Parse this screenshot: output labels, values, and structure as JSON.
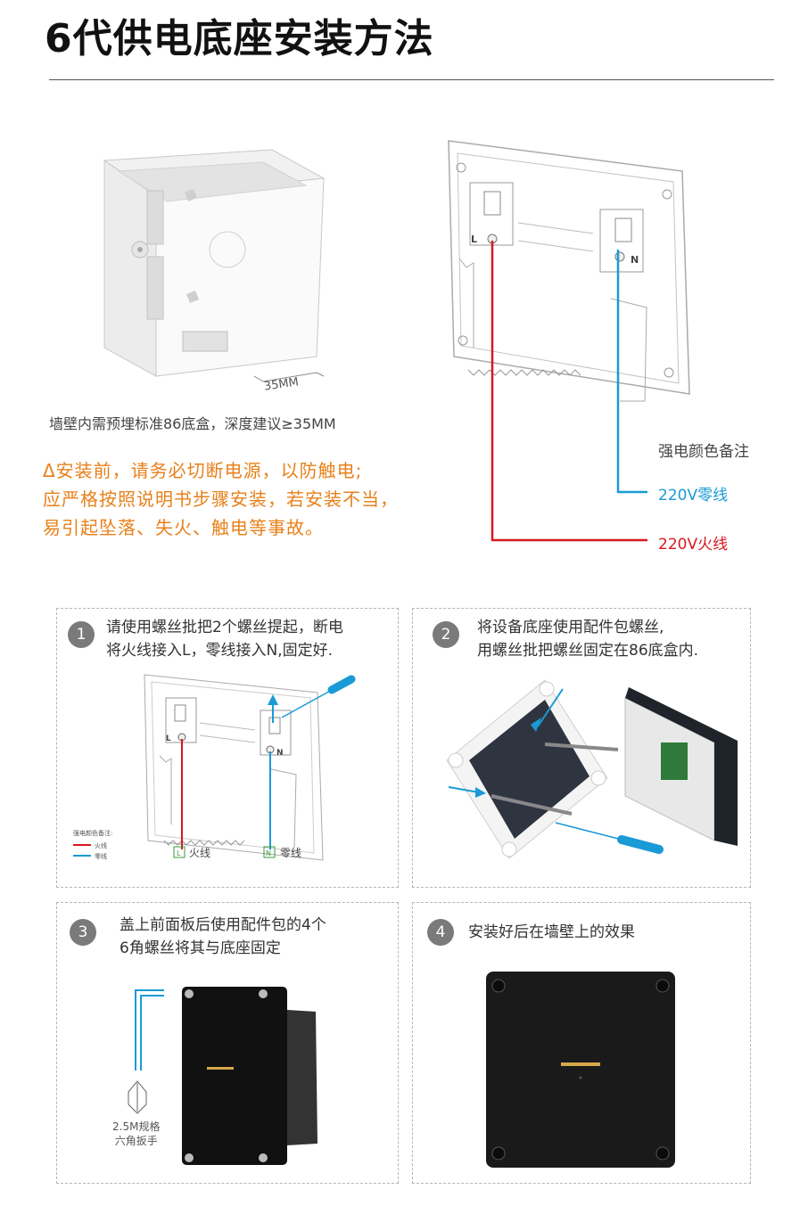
{
  "title": "6代供电底座安装方法",
  "wall_box": {
    "dimension_label": "35MM",
    "caption": "墙壁内需预埋标准86底盒，深度建议≥35MM"
  },
  "base_diagram": {
    "terminal_l": "L",
    "terminal_n": "N"
  },
  "legend": {
    "title": "强电颜色备注",
    "neutral": "220V零线",
    "live": "220V火线",
    "neutral_color": "#1a9ad6",
    "live_color": "#d7191f"
  },
  "warning": {
    "lines": [
      "Δ安装前，请务必切断电源，以防触电;",
      "应严格按照说明书步骤安装，若安装不当，",
      "易引起坠落、失火、触电等事故。"
    ],
    "color": "#e8801a"
  },
  "steps": [
    {
      "number": "1",
      "lines": [
        "请使用螺丝批把2个螺丝提起，断电",
        "将火线接入L，零线接入N,固定好."
      ],
      "mini_legend": {
        "title": "强电颜色备注:",
        "live": "火线",
        "neutral": "零线"
      },
      "tags": {
        "l_symbol": "L",
        "l_label": "火线",
        "n_symbol": "N",
        "n_label": "零线"
      }
    },
    {
      "number": "2",
      "lines": [
        "将设备底座使用配件包螺丝,",
        "用螺丝批把螺丝固定在86底盒内."
      ]
    },
    {
      "number": "3",
      "lines": [
        "盖上前面板后使用配件包的4个",
        "6角螺丝将其与底座固定"
      ],
      "wrench_label": [
        "2.5M规格",
        "六角扳手"
      ]
    },
    {
      "number": "4",
      "lines": [
        "安装好后在墙壁上的效果"
      ]
    }
  ]
}
